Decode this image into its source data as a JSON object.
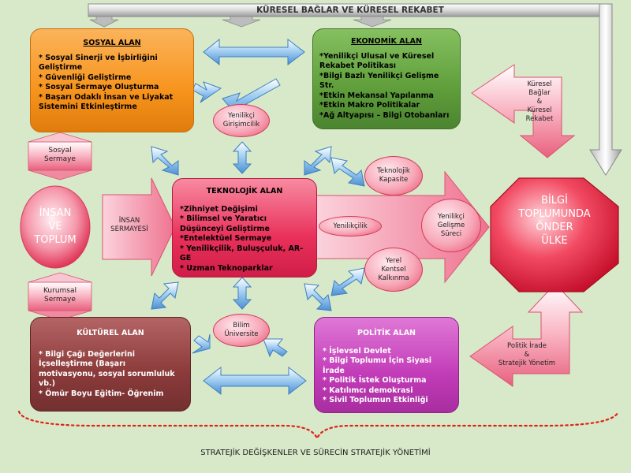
{
  "banner": {
    "text": "KÜRESEL BAĞLAR VE KÜRESEL REKABET"
  },
  "sosyal": {
    "title": "SOSYAL ALAN",
    "items": [
      "* Sosyal Sinerji ve İşbirliğini Geliştirme",
      "* Güvenliği Geliştirme",
      "* Sosyal Sermaye Oluşturma",
      "* Başarı Odaklı İnsan ve Liyakat Sistemini Etkinleştirme"
    ],
    "color": "#f7941d"
  },
  "ekonomik": {
    "title": "EKONOMİK ALAN",
    "items": [
      "*Yenilikçi Ulusal ve Küresel Rekabet Politikası",
      "*Bilgi Bazlı Yenilikçi Gelişme Str.",
      "*Etkin Mekansal Yapılanma",
      "*Etkin Makro Politikalar",
      "*Ağ Altyapısı – Bilgi Otobanları"
    ],
    "color": "#5f9e3b"
  },
  "teknolojik": {
    "title": "TEKNOLOJİK ALAN",
    "items": [
      "*Zihniyet Değişimi",
      "* Bilimsel ve Yaratıcı Düşünceyi Geliştirme",
      "*Entelektüel Sermaye",
      "* Yenilikçilik, Buluşçuluk, AR-GE",
      "* Uzman Teknoparklar"
    ],
    "color": "#e8305a"
  },
  "kulturel": {
    "title": "KÜLTÜREL ALAN",
    "items": [
      "* Bilgi Çağı Değerlerini İçselleştirme (Başarı motivasyonu, sosyal sorumluluk vb.)",
      "* Ömür Boyu Eğitim- Öğrenim"
    ],
    "color": "#8b3a3a"
  },
  "politik": {
    "title": "POLİTİK ALAN",
    "items": [
      "* İşlevsel Devlet",
      "* Bilgi Toplumu İçin Siyasi İrade",
      "* Politik İstek Oluşturma",
      "* Katılımcı demokrasi",
      "* Sivil Toplumun Etkinliği"
    ],
    "color": "#c23bb8"
  },
  "insan_toplum": {
    "line1": "İNSAN",
    "line2": "VE",
    "line3": "TOPLUM"
  },
  "insan_sermayesi": {
    "line1": "İNSAN",
    "line2": "SERMAYESİ"
  },
  "sosyal_sermaye": {
    "line1": "Sosyal",
    "line2": "Sermaye"
  },
  "kurumsal_sermaye": {
    "line1": "Kurumsal",
    "line2": "Sermaye"
  },
  "yenilikci_girisimcilik": {
    "line1": "Yenilikçi",
    "line2": "Girişimcilik"
  },
  "bilim_universite": {
    "line1": "Bilim",
    "line2": "Üniversite"
  },
  "teknolojik_kapasite": {
    "line1": "Teknolojik",
    "line2": "Kapasite"
  },
  "yenilikcilik": {
    "text": "Yenilikçilik"
  },
  "yenilikci_gelisme": {
    "line1": "Yenilikçi",
    "line2": "Gelişme",
    "line3": "Süreci"
  },
  "yerel_kalkinma": {
    "line1": "Yerel",
    "line2": "Kentsel",
    "line3": "Kalkınma"
  },
  "bilgi_toplumu": {
    "line1": "BİLGİ",
    "line2": "TOPLUMUNDA",
    "line3": "ÖNDER",
    "line4": "ÜLKE"
  },
  "kuresel_arrow": {
    "line1": "Küresel",
    "line2": "Bağlar",
    "line3": "&",
    "line4": "Küresel",
    "line5": "Rekabet"
  },
  "politik_arrow": {
    "line1": "Politik İrade",
    "line2": "&",
    "line3": "Stratejik Yönetim"
  },
  "footer": {
    "text": "STRATEJİK DEĞİŞKENLER VE SÜRECİN STRATEJİK YÖNETİMİ"
  }
}
